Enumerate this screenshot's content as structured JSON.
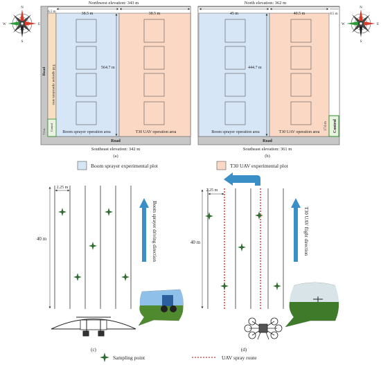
{
  "panel_a": {
    "top_elevation": "Northwest elevation:  343 m",
    "bottom_elevation": "Southeast elevation:  342 m",
    "width_1": "6.5 m",
    "width_2": "38.5 m",
    "width_3": "38.5 m",
    "length": "564.7 m",
    "side_area": "T30 sprayer operation area",
    "road_left": "Road",
    "road_bottom": "Road",
    "boom_area": "Boom sprayer operation area",
    "uav_area": "T30 UAV operation area",
    "control": "Control",
    "control_width": "7.5 m",
    "caption": "(a)"
  },
  "panel_b": {
    "top_elevation": "North elevation:  362 m",
    "bottom_elevation": "Southeast elevation:  361 m",
    "width_1": "45 m",
    "width_2": "40.5 m",
    "width_3": "8.5 m",
    "length": "444.7 m",
    "road_bottom": "Road",
    "boom_area": "Boom sprayer operation area",
    "uav_area": "T30 UAV operation area",
    "control": "Control",
    "control_length": "17.6 m",
    "caption": "(b)"
  },
  "legend": {
    "boom_plot": "Boom sprayer experimental plot",
    "uav_plot": "T30 UAV experimental plot",
    "sampling_point": "Sampling point",
    "uav_route": "UAV spray route"
  },
  "panel_c": {
    "row_spacing": "2.25 m",
    "length": "40 m",
    "direction": "Boom sprayer driving direction",
    "caption": "(c)"
  },
  "panel_d": {
    "row_spacing": "2.25 m",
    "length": "40 m",
    "direction": "T30 UAV flight direction",
    "caption": "(d)"
  },
  "compass": {
    "north": "N",
    "south": "S",
    "east": "E",
    "west": "W"
  },
  "colors": {
    "boom_fill": "#d6e6f7",
    "uav_fill": "#fbd8c4",
    "side_fill": "#f8dfc2",
    "road": "#c7c7c7",
    "arrow": "#3a8fc7",
    "route": "#d9302b",
    "star": "#2e6b2e",
    "control_border": "#2e8b2e"
  }
}
